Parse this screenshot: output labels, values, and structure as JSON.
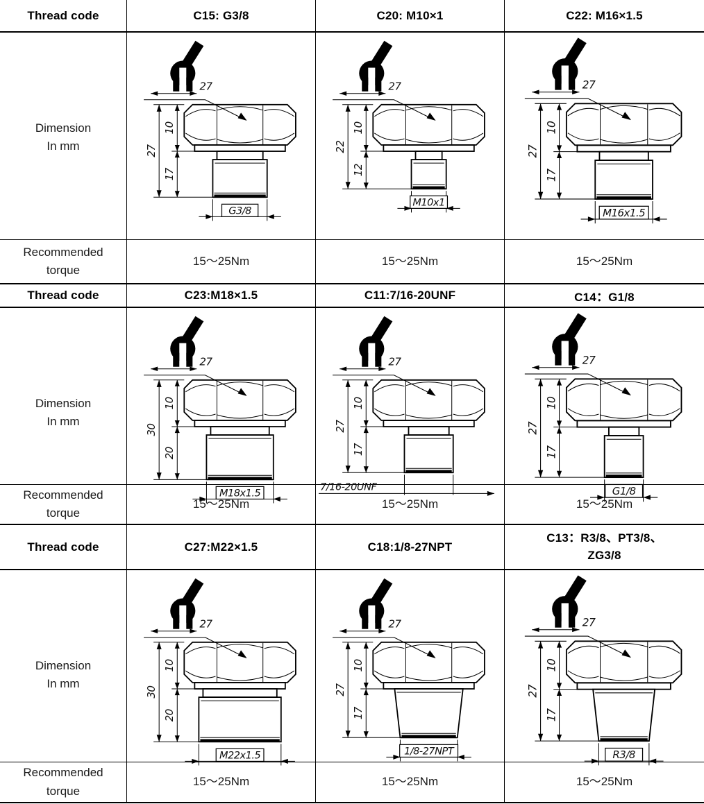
{
  "labels": {
    "thread_code": "Thread code",
    "dimension": [
      "Dimension",
      "In mm"
    ],
    "torque": [
      "Recommended",
      "torque"
    ]
  },
  "torque_value": "15～25Nm",
  "sections": [
    {
      "codes": [
        {
          "l1": "C15: G3/8"
        },
        {
          "l1": "C20: M10×1"
        },
        {
          "l1": "C22: M16×1.5"
        }
      ],
      "torques": [
        "15～25Nm",
        "15～25Nm",
        "15～25Nm"
      ],
      "drawings": [
        {
          "wrench": "27",
          "total": "27",
          "head": "10",
          "stem_len": "17",
          "thread": "G3/8",
          "stem_w": 78,
          "stem_h": 54,
          "taper": 0,
          "label_style": "box"
        },
        {
          "wrench": "27",
          "total": "22",
          "head": "10",
          "stem_len": "12",
          "thread": "M10x1",
          "stem_w": 50,
          "stem_h": 42,
          "taper": 0,
          "label_style": "box"
        },
        {
          "wrench": "27",
          "total": "27",
          "head": "10",
          "stem_len": "17",
          "thread": "M16x1.5",
          "stem_w": 80,
          "stem_h": 54,
          "taper": 0,
          "label_style": "box"
        }
      ]
    },
    {
      "codes": [
        {
          "l1": "C23:M18×1.5"
        },
        {
          "l1": "C11:7/16-20UNF"
        },
        {
          "l1": "C14：G1/8"
        }
      ],
      "torques": [
        "15～25Nm",
        "15～25Nm",
        "15～25Nm"
      ],
      "drawings": [
        {
          "wrench": "27",
          "total": "30",
          "head": "10",
          "stem_len": "20",
          "thread": "M18x1.5",
          "stem_w": 96,
          "stem_h": 64,
          "taper": 0,
          "label_style": "box"
        },
        {
          "wrench": "27",
          "total": "27",
          "head": "10",
          "stem_len": "17",
          "thread": "7/16-20UNF",
          "stem_w": 70,
          "stem_h": 54,
          "taper": 0,
          "label_style": "left"
        },
        {
          "wrench": "27",
          "total": "27",
          "head": "10",
          "stem_len": "17",
          "thread": "G1/8",
          "stem_w": 54,
          "stem_h": 58,
          "taper": 0,
          "label_style": "box"
        }
      ]
    },
    {
      "codes": [
        {
          "l1": "C27:M22×1.5"
        },
        {
          "l1": "C18:1/8-27NPT"
        },
        {
          "l1": "C13：R3/8、PT3/8、",
          "l2": "ZG3/8"
        }
      ],
      "torques": [
        "15～25Nm",
        "15～25Nm",
        "15～25Nm"
      ],
      "drawings": [
        {
          "wrench": "27",
          "total": "30",
          "head": "10",
          "stem_len": "20",
          "thread": "M22x1.5",
          "stem_w": 118,
          "stem_h": 64,
          "taper": 0,
          "label_style": "box"
        },
        {
          "wrench": "27",
          "total": "27",
          "head": "10",
          "stem_len": "17",
          "thread": "1/8-27NPT",
          "stem_w": 98,
          "stem_h": 70,
          "taper": 1,
          "label_style": "box"
        },
        {
          "wrench": "27",
          "total": "27",
          "head": "10",
          "stem_len": "17",
          "thread": "R3/8",
          "stem_w": 86,
          "stem_h": 72,
          "taper": 1,
          "label_style": "box"
        }
      ]
    }
  ]
}
